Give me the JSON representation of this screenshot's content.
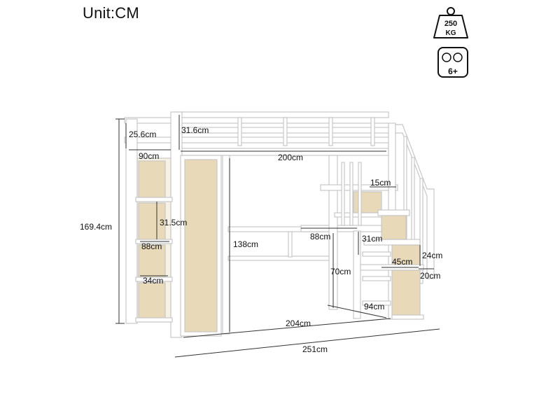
{
  "header": {
    "unit_label": "Unit:CM"
  },
  "badges": {
    "weight": {
      "line1": "250",
      "line2": "KG",
      "icon": "weight-icon"
    },
    "age": {
      "label": "6+",
      "icon": "kids-age-icon"
    }
  },
  "dimensions": {
    "rail_height": "25.6cm",
    "rail_side_height": "31.6cm",
    "width": "90cm",
    "length": "200cm",
    "total_height": "169.4cm",
    "shelf_height": "31.5cm",
    "shelf_width": "88cm",
    "shelf_depth": "34cm",
    "clearance": "138cm",
    "desk_length": "88cm",
    "desk_height": "70cm",
    "desk_small": "15cm",
    "step_height_31": "31cm",
    "step_width": "45cm",
    "step_height_24": "24cm",
    "step_depth": "20cm",
    "stair_depth": "94cm",
    "inner_length": "204cm",
    "total_length": "251cm"
  },
  "colors": {
    "frame": "#ffffff",
    "frame_stroke": "#c9c9c9",
    "panel": "#e8d9b8",
    "line": "#333333"
  }
}
